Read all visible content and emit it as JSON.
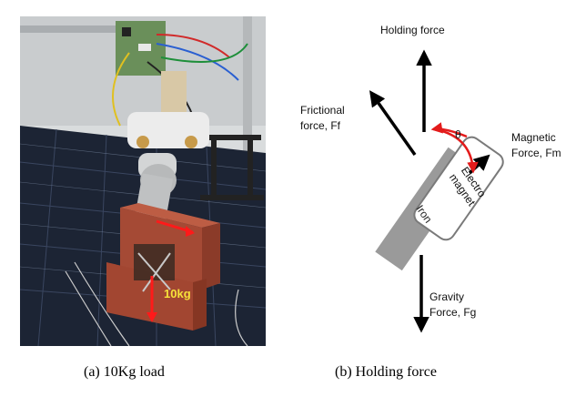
{
  "photo": {
    "load_label": "10kg",
    "colors": {
      "panel_blue": "#1c2434",
      "block_red": "#a54a35",
      "arrow_red": "#ff1a1a",
      "load_yellow": "#f6e23a"
    }
  },
  "diagram": {
    "holding_label": "Holding force",
    "frictional_label_1": "Frictional",
    "frictional_label_2": "force, Ff",
    "magnetic_label_1": "Magnetic",
    "magnetic_label_2": "Force, Fm",
    "gravity_label_1": "Gravity",
    "gravity_label_2": "Force, Fg",
    "theta_label": "θ",
    "electromagnet_label_1": "Electro",
    "electromagnet_label_2": "magnet",
    "iron_label": "Iron",
    "colors": {
      "iron_fill": "#9a9a9a",
      "arrow": "#000000",
      "theta_arc": "#e31b1b"
    }
  },
  "captions": {
    "a": "(a)  10Kg  load",
    "b": "(b)  Holding  force"
  }
}
